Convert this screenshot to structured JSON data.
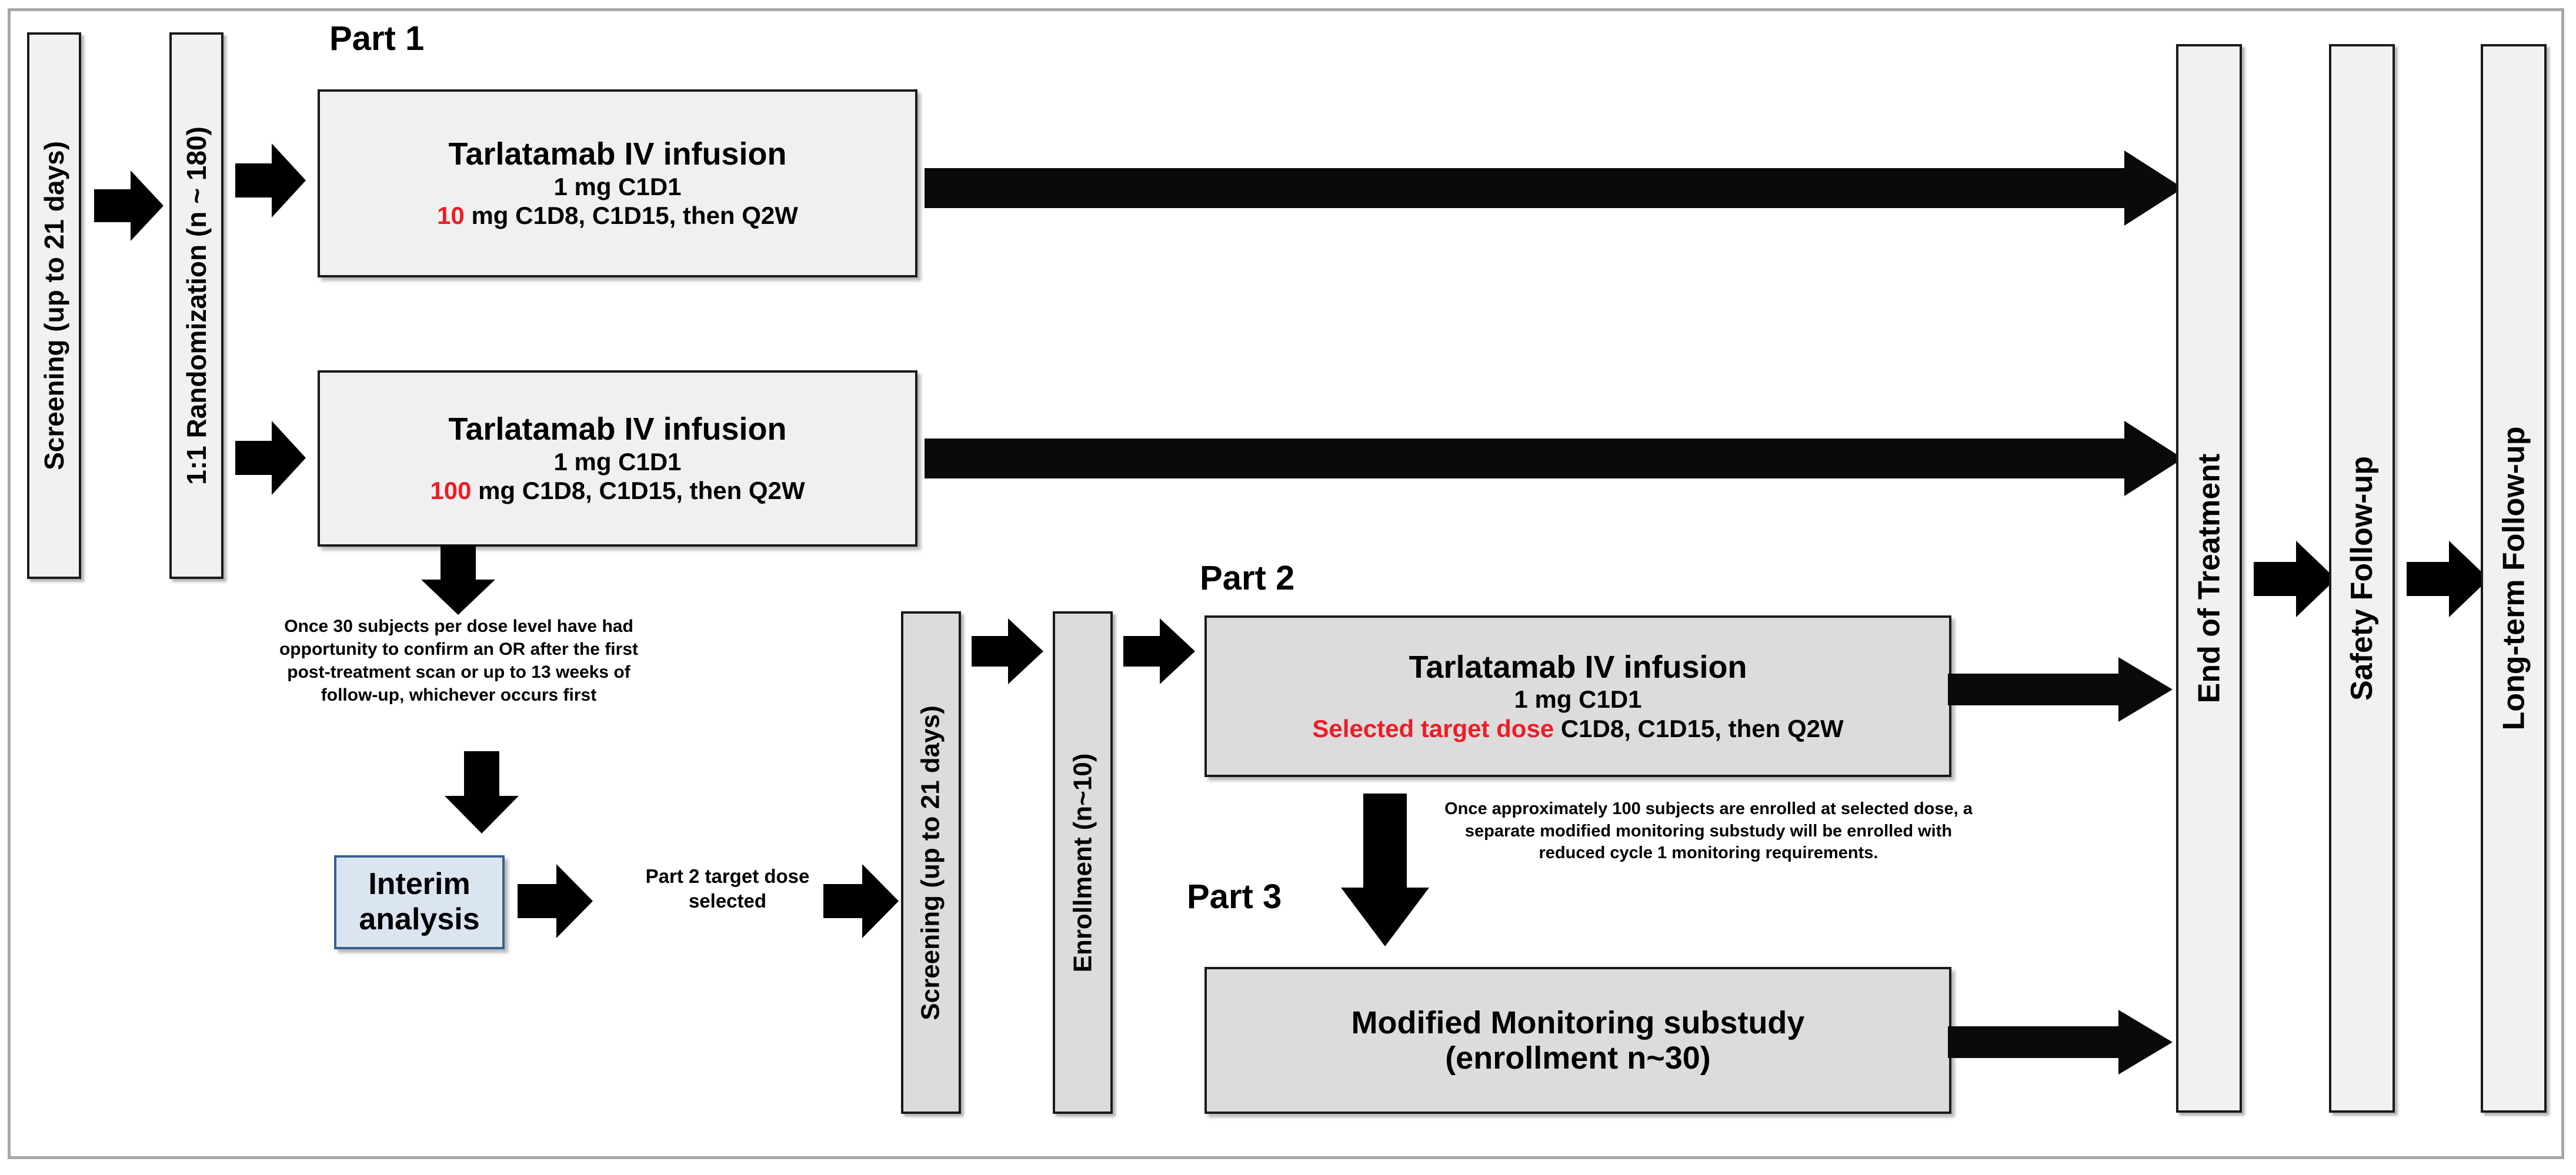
{
  "diagram": {
    "title": "Tarlatamab clinical trial study design schematic",
    "colors": {
      "accent_red": "#ee1c25",
      "interim_fill": "#dbe5f1",
      "interim_border": "#36618f",
      "box_fill_light": "#f0f0f0",
      "box_fill_gray": "#dcdcdc",
      "frame_border": "#a6a8ab",
      "arrow": "#000000"
    }
  },
  "left_stages": {
    "screening": "Screening (up to 21 days)",
    "randomization": "1:1 Randomization (n ~ 180)"
  },
  "part1": {
    "label": "Part 1",
    "arm_a": {
      "drug": "Tarlatamab IV infusion",
      "line2": "1 mg C1D1",
      "dose_highlight": "10",
      "line3_rest": " mg C1D8, C1D15, then Q2W"
    },
    "arm_b": {
      "drug": "Tarlatamab IV infusion",
      "line2": "1 mg C1D1",
      "dose_highlight": "100",
      "line3_rest": " mg C1D8, C1D15, then Q2W"
    },
    "interim_note": "Once 30 subjects per dose level have had opportunity to confirm an OR after the first post-treatment scan or up to 13 weeks of follow-up, whichever occurs first",
    "interim_box_line1": "Interim",
    "interim_box_line2": "analysis",
    "dose_selected_caption": "Part 2 target dose selected"
  },
  "mid_stages": {
    "screening": "Screening (up to 21 days)",
    "enrollment": "Enrollment (n~10)"
  },
  "part2": {
    "label": "Part 2",
    "drug": "Tarlatamab IV infusion",
    "line2": "1 mg C1D1",
    "dose_highlight": "Selected target dose",
    "line3_rest": " C1D8, C1D15, then Q2W"
  },
  "part3": {
    "label": "Part 3",
    "note": "Once approximately 100 subjects are enrolled at selected dose, a separate modified monitoring substudy will be enrolled with reduced cycle 1 monitoring requirements.",
    "box_line1": "Modified Monitoring substudy",
    "box_line2": "(enrollment n~30)"
  },
  "right_stages": {
    "end_of_treatment": "End of Treatment",
    "safety_followup": "Safety Follow-up",
    "longterm_followup": "Long-term Follow-up"
  }
}
